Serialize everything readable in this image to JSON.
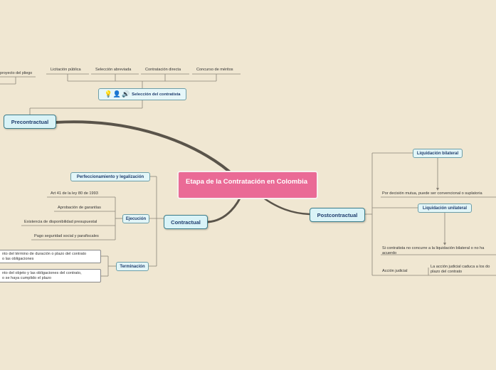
{
  "central": {
    "title": "Etapa de la Contratación en Colombia"
  },
  "branches": {
    "precontractual": {
      "label": "Precontractual",
      "cut_leaf": "proyecto del pliego",
      "seleccion": {
        "label": "Selección del contratista",
        "icons": [
          "lightbulb-icon",
          "person-icon",
          "speaker-icon"
        ],
        "items": [
          "Licitación pública",
          "Selección abreviada",
          "Contratación directa",
          "Concurso de méritos"
        ]
      }
    },
    "contractual": {
      "label": "Contractual",
      "perfeccionamiento": "Perfeccionamiento y legalización",
      "ejecucion": {
        "label": "Ejecución",
        "items": [
          "Art 41 de la ley 80 de 1993",
          "Aprobación de garantías",
          "Existencia de disponibilidad presupuestal",
          "Pago seguridad social y parafiscales"
        ]
      },
      "terminacion": {
        "label": "Terminación",
        "items": [
          [
            "nto del término de duración o plazo del contrato",
            "o las obligaciones"
          ],
          [
            "nto del objeto y las obligaciones del contrato,",
            "o se haya cumplido el plazo"
          ]
        ]
      }
    },
    "postcontractual": {
      "label": "Postcontractual",
      "bilateral": {
        "label": "Liquidación bilateral",
        "text": "Por decisión mutua, puede ser convencional o suplatoria"
      },
      "unilateral": {
        "label": "Liquidación unilateral",
        "text": [
          "Si contratista no concurre a la liquidación bilateral o no ha",
          "acuerdo"
        ]
      },
      "accion": {
        "label": "Acción judicial",
        "text": [
          "La acción judicial caduca a los do",
          "plazo del contrato"
        ]
      }
    }
  }
}
